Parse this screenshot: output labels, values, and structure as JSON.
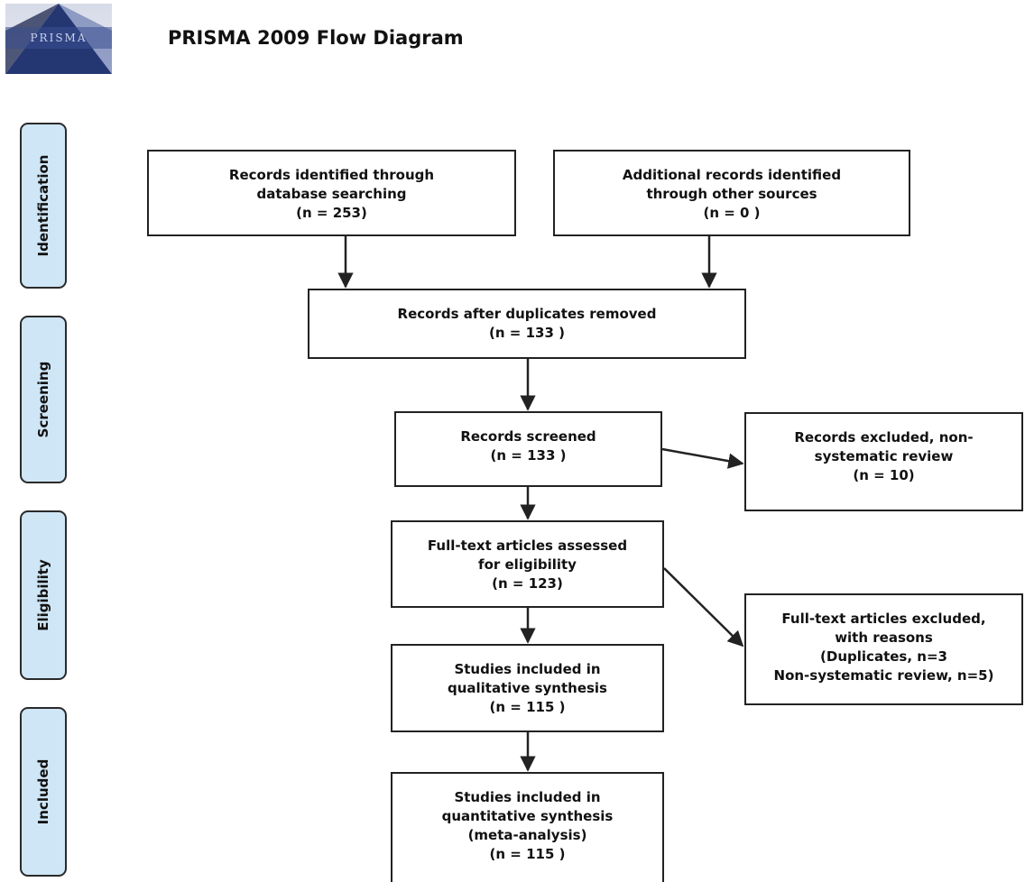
{
  "header": {
    "logo_text": "PRISMA",
    "title": "PRISMA 2009 Flow Diagram"
  },
  "stages": {
    "identification": "Identification",
    "screening": "Screening",
    "eligibility": "Eligibility",
    "included": "Included"
  },
  "boxes": {
    "database_search": [
      "Records identified through",
      "database searching",
      "(n = 253)"
    ],
    "other_sources": [
      "Additional records identified",
      "through other sources",
      "(n = 0 )"
    ],
    "duplicates_removed": [
      "Records after duplicates removed",
      "(n = 133 )"
    ],
    "screened": [
      "Records screened",
      "(n = 133 )"
    ],
    "excluded_screening": [
      "Records excluded, non-",
      "systematic review",
      "(n = 10)"
    ],
    "fulltext_assessed": [
      "Full-text articles assessed",
      "for eligibility",
      "(n = 123)"
    ],
    "fulltext_excluded": [
      "Full-text articles excluded,",
      "with reasons",
      "(Duplicates, n=3",
      "Non-systematic review, n=5)"
    ],
    "qualitative": [
      "Studies included in",
      "qualitative synthesis",
      "(n = 115 )"
    ],
    "quantitative": [
      "Studies included in",
      "quantitative synthesis",
      "(meta-analysis)",
      "(n = 115 )"
    ]
  },
  "colors": {
    "stage_fill": "#cfe6f6",
    "border": "#222222",
    "logo_accent": "#1f2f6b"
  }
}
